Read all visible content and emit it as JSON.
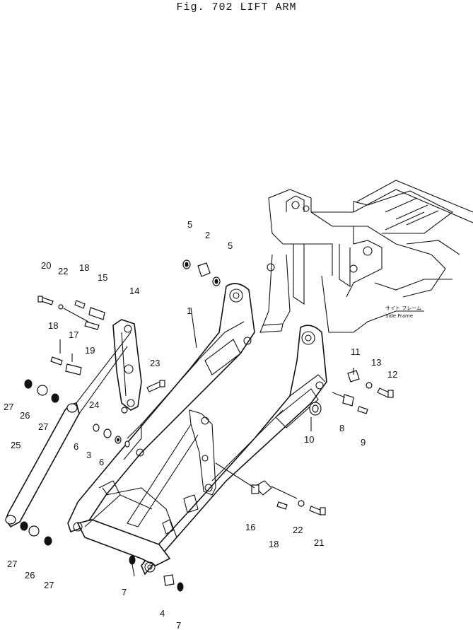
{
  "figure": {
    "title": "Fig. 702  LIFT ARM"
  },
  "frame_label": {
    "japanese": "サイト フレーム",
    "english": "Side  Frame"
  },
  "callouts": [
    {
      "id": "c1",
      "text": "1"
    },
    {
      "id": "c2",
      "text": "2"
    },
    {
      "id": "c3",
      "text": "3"
    },
    {
      "id": "c4",
      "text": "4"
    },
    {
      "id": "c5a",
      "text": "5"
    },
    {
      "id": "c5b",
      "text": "5"
    },
    {
      "id": "c6a",
      "text": "6"
    },
    {
      "id": "c6b",
      "text": "6"
    },
    {
      "id": "c7a",
      "text": "7"
    },
    {
      "id": "c7b",
      "text": "7"
    },
    {
      "id": "c8",
      "text": "8"
    },
    {
      "id": "c9",
      "text": "9"
    },
    {
      "id": "c10",
      "text": "10"
    },
    {
      "id": "c11",
      "text": "11"
    },
    {
      "id": "c12",
      "text": "12"
    },
    {
      "id": "c13",
      "text": "13"
    },
    {
      "id": "c14",
      "text": "14"
    },
    {
      "id": "c15",
      "text": "15"
    },
    {
      "id": "c16",
      "text": "16"
    },
    {
      "id": "c17",
      "text": "17"
    },
    {
      "id": "c18a",
      "text": "18"
    },
    {
      "id": "c18b",
      "text": "18"
    },
    {
      "id": "c18c",
      "text": "18"
    },
    {
      "id": "c19",
      "text": "19"
    },
    {
      "id": "c20",
      "text": "20"
    },
    {
      "id": "c21",
      "text": "21"
    },
    {
      "id": "c22a",
      "text": "22"
    },
    {
      "id": "c22b",
      "text": "22"
    },
    {
      "id": "c23",
      "text": "23"
    },
    {
      "id": "c24",
      "text": "24"
    },
    {
      "id": "c25",
      "text": "25"
    },
    {
      "id": "c26a",
      "text": "26"
    },
    {
      "id": "c26b",
      "text": "26"
    },
    {
      "id": "c27a",
      "text": "27"
    },
    {
      "id": "c27b",
      "text": "27"
    },
    {
      "id": "c27c",
      "text": "27"
    },
    {
      "id": "c27d",
      "text": "27"
    }
  ]
}
